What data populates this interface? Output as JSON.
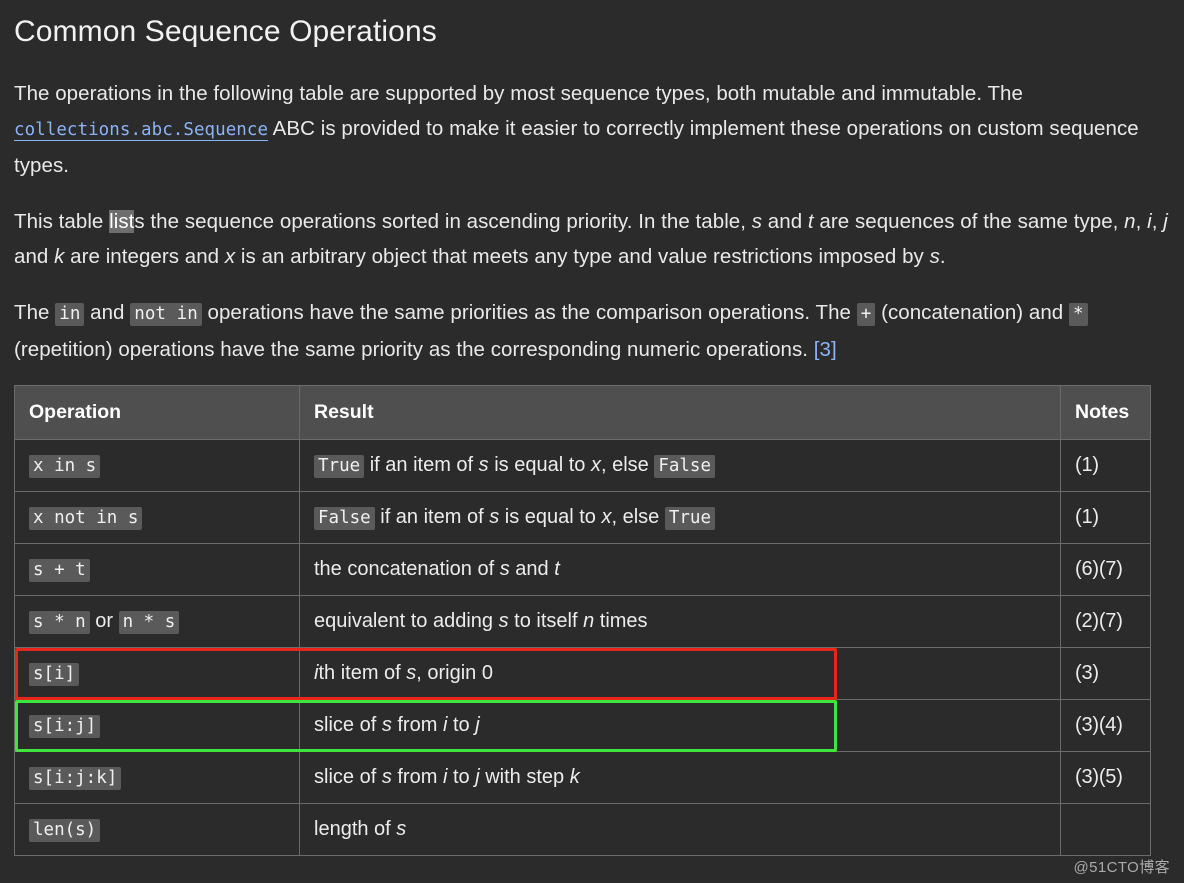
{
  "page": {
    "title": "Common Sequence Operations",
    "background_color": "#2b2b2b",
    "text_color": "#e8e8e8"
  },
  "paragraphs": {
    "p1": {
      "seg1": "The operations in the following table are supported by most sequence types, both mutable and immutable. The ",
      "link_code": "collections.abc.Sequence",
      "seg2": " ABC is provided to make it easier to correctly implement these operations on custom sequence types."
    },
    "p2": {
      "seg1": "This table ",
      "selected": "list",
      "seg2": "s the sequence operations sorted in ascending priority. In the table, ",
      "var_s": "s",
      "seg3": " and ",
      "var_t": "t",
      "seg4": " are sequences of the same type, ",
      "var_n": "n",
      "seg5": ", ",
      "var_i": "i",
      "seg6": ", ",
      "var_j": "j",
      "seg7": " and ",
      "var_k": "k",
      "seg8": " are integers and ",
      "var_x": "x",
      "seg9": " is an arbitrary object that meets any type and value restrictions imposed by ",
      "var_s2": "s",
      "seg10": "."
    },
    "p3": {
      "seg1": "The ",
      "code_in": "in",
      "seg2": " and ",
      "code_notin": "not in",
      "seg3": " operations have the same priorities as the comparison operations. The ",
      "code_plus": "+",
      "seg4": " (concatenation) and ",
      "code_star": "*",
      "seg5": " (repetition) operations have the same priority as the corresponding numeric operations. ",
      "footnote": "[3]"
    }
  },
  "table": {
    "headers": [
      "Operation",
      "Result",
      "Notes"
    ],
    "rows": [
      {
        "operation": [
          {
            "t": "code",
            "v": "x in s"
          }
        ],
        "result": [
          {
            "t": "code",
            "v": "True"
          },
          {
            "t": "text",
            "v": " if an item of "
          },
          {
            "t": "em",
            "v": "s"
          },
          {
            "t": "text",
            "v": " is equal to "
          },
          {
            "t": "em",
            "v": "x"
          },
          {
            "t": "text",
            "v": ", else "
          },
          {
            "t": "code",
            "v": "False"
          }
        ],
        "notes": "(1)",
        "highlight": ""
      },
      {
        "operation": [
          {
            "t": "code",
            "v": "x not in s"
          }
        ],
        "result": [
          {
            "t": "code",
            "v": "False"
          },
          {
            "t": "text",
            "v": " if an item of "
          },
          {
            "t": "em",
            "v": "s"
          },
          {
            "t": "text",
            "v": " is equal to "
          },
          {
            "t": "em",
            "v": "x"
          },
          {
            "t": "text",
            "v": ", else "
          },
          {
            "t": "code",
            "v": "True"
          }
        ],
        "notes": "(1)",
        "highlight": ""
      },
      {
        "operation": [
          {
            "t": "code",
            "v": "s + t"
          }
        ],
        "result": [
          {
            "t": "text",
            "v": "the concatenation of "
          },
          {
            "t": "em",
            "v": "s"
          },
          {
            "t": "text",
            "v": " and "
          },
          {
            "t": "em",
            "v": "t"
          }
        ],
        "notes": "(6)(7)",
        "highlight": ""
      },
      {
        "operation": [
          {
            "t": "code",
            "v": "s * n"
          },
          {
            "t": "text",
            "v": " or "
          },
          {
            "t": "code",
            "v": "n * s"
          }
        ],
        "result": [
          {
            "t": "text",
            "v": "equivalent to adding "
          },
          {
            "t": "em",
            "v": "s"
          },
          {
            "t": "text",
            "v": " to itself "
          },
          {
            "t": "em",
            "v": "n"
          },
          {
            "t": "text",
            "v": " times"
          }
        ],
        "notes": "(2)(7)",
        "highlight": ""
      },
      {
        "operation": [
          {
            "t": "code",
            "v": "s[i]"
          }
        ],
        "result": [
          {
            "t": "em",
            "v": "i"
          },
          {
            "t": "text",
            "v": "th item of "
          },
          {
            "t": "em",
            "v": "s"
          },
          {
            "t": "text",
            "v": ", origin 0"
          }
        ],
        "notes": "(3)",
        "highlight": "red"
      },
      {
        "operation": [
          {
            "t": "code",
            "v": "s[i:j]"
          }
        ],
        "result": [
          {
            "t": "text",
            "v": "slice of "
          },
          {
            "t": "em",
            "v": "s"
          },
          {
            "t": "text",
            "v": " from "
          },
          {
            "t": "em",
            "v": "i"
          },
          {
            "t": "text",
            "v": " to "
          },
          {
            "t": "em",
            "v": "j"
          }
        ],
        "notes": "(3)(4)",
        "highlight": "green"
      },
      {
        "operation": [
          {
            "t": "code",
            "v": "s[i:j:k]"
          }
        ],
        "result": [
          {
            "t": "text",
            "v": "slice of "
          },
          {
            "t": "em",
            "v": "s"
          },
          {
            "t": "text",
            "v": " from "
          },
          {
            "t": "em",
            "v": "i"
          },
          {
            "t": "text",
            "v": " to "
          },
          {
            "t": "em",
            "v": "j"
          },
          {
            "t": "text",
            "v": " with step "
          },
          {
            "t": "em",
            "v": "k"
          }
        ],
        "notes": "(3)(5)",
        "highlight": ""
      },
      {
        "operation": [
          {
            "t": "code",
            "v": "len(s)"
          }
        ],
        "result": [
          {
            "t": "text",
            "v": "length of "
          },
          {
            "t": "em",
            "v": "s"
          }
        ],
        "notes": "",
        "highlight": ""
      }
    ]
  },
  "annotations": {
    "red_box_color": "#e8261b",
    "green_box_color": "#3ee53e"
  },
  "watermark": "@51CTO博客"
}
